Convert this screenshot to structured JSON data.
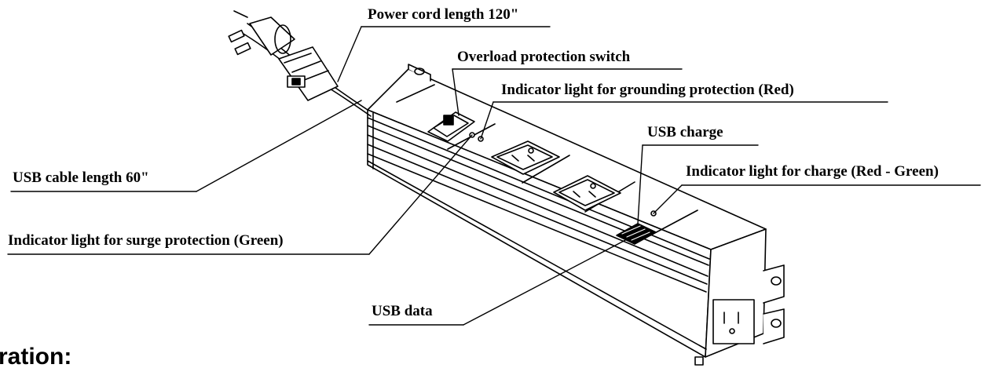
{
  "labels": {
    "power_cord": "Power cord length 120\"",
    "overload_switch": "Overload protection switch",
    "grounding_indicator": "Indicator light for grounding protection (Red)",
    "usb_charge": "USB charge",
    "charge_indicator": "Indicator light for charge (Red - Green)",
    "usb_cable": "USB cable length 60\"",
    "surge_indicator": "Indicator light for surge protection (Green)",
    "usb_data": "USB data"
  },
  "cut_heading": "ration:",
  "colors": {
    "ink": "#000000",
    "background": "#ffffff"
  }
}
